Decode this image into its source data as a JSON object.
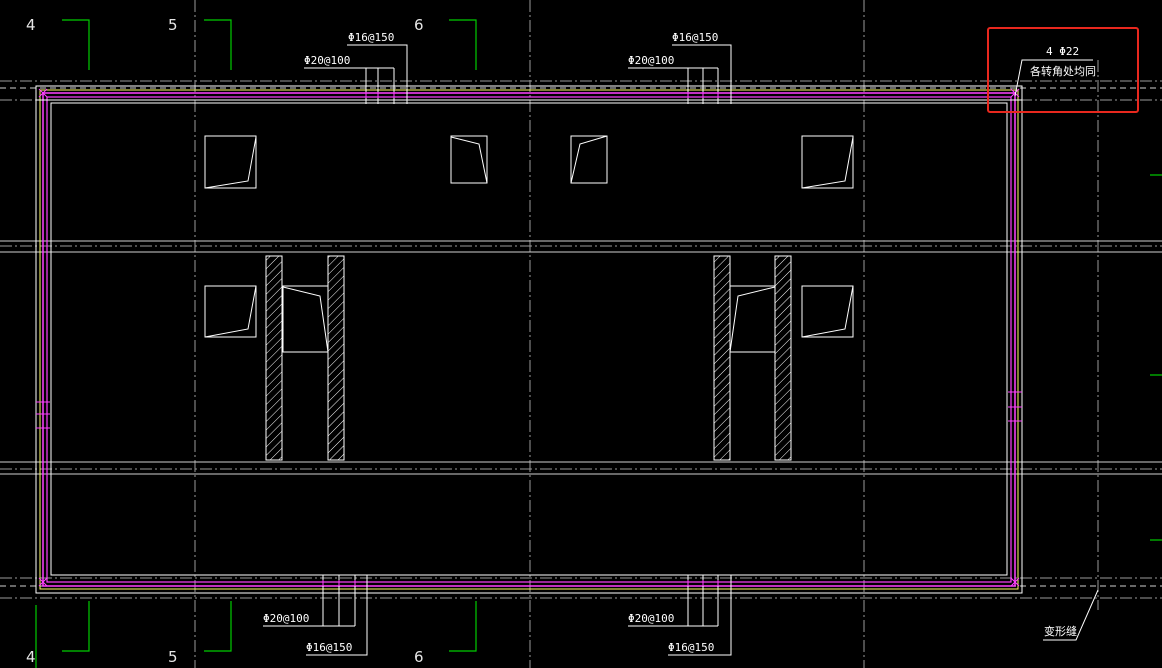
{
  "drawing": {
    "axes": [
      {
        "id": "4",
        "label": "4"
      },
      {
        "id": "5",
        "label": "5"
      },
      {
        "id": "6",
        "label": "6"
      }
    ],
    "rebar_labels": {
      "top_left_stirrup": "Φ16@150",
      "top_left_main": "Φ20@100",
      "top_right_stirrup": "Φ16@150",
      "top_right_main": "Φ20@100",
      "bottom_left_main": "Φ20@100",
      "bottom_left_stirrup": "Φ16@150",
      "bottom_right_main": "Φ20@100",
      "bottom_right_stirrup": "Φ16@150"
    },
    "corner_note": {
      "bar_spec": "4 Φ22",
      "text": "各转角处均同"
    },
    "joint_note": "变形缝",
    "highlight_color": "#e8281e",
    "colors": {
      "background": "#000000",
      "line": "#ffffff",
      "rebar": "#ff40ff",
      "yellow": "#ffff66",
      "axis_marker": "#00cc00",
      "grid": "#9a9a9a"
    }
  }
}
